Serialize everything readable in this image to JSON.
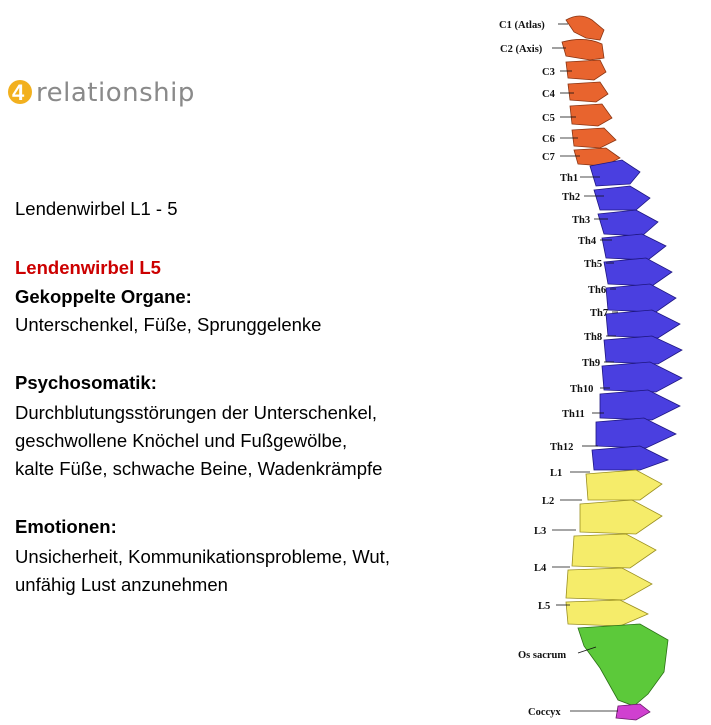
{
  "logo": {
    "mark": "4",
    "text": "relationship"
  },
  "heading": "Lendenwirbel L1 - 5",
  "vertebra_title": "Lendenwirbel L5",
  "organs": {
    "label": "Gekoppelte Organe:",
    "text": "Unterschenkel, Füße, Sprunggelenke"
  },
  "psychosomatik": {
    "label": "Psychosomatik:",
    "lines": [
      "Durchblutungsstörungen der Unterschenkel,",
      "geschwollene Knöchel und Fußgewölbe,",
      "kalte Füße, schwache Beine, Wadenkrämpfe"
    ]
  },
  "emotionen": {
    "label": "Emotionen:",
    "lines": [
      "Unsicherheit, Kommunikationsprobleme, Wut,",
      "unfähig Lust anzunehmen"
    ]
  },
  "colors": {
    "cervical": "#e8642e",
    "thoracic": "#4a3fe0",
    "lumbar": "#f5ec6a",
    "sacrum": "#5cc93a",
    "coccyx": "#d040d0",
    "logo_accent": "#f2b01e"
  },
  "spine_labels": {
    "c1": "C1 (Atlas)",
    "c2": "C2 (Axis)",
    "c3": "C3",
    "c4": "C4",
    "c5": "C5",
    "c6": "C6",
    "c7": "C7",
    "th1": "Th1",
    "th2": "Th2",
    "th3": "Th3",
    "th4": "Th4",
    "th5": "Th5",
    "th6": "Th6",
    "th7": "Th7",
    "th8": "Th8",
    "th9": "Th9",
    "th10": "Th10",
    "th11": "Th11",
    "th12": "Th12",
    "l1": "L1",
    "l2": "L2",
    "l3": "L3",
    "l4": "L4",
    "l5": "L5",
    "sacrum": "Os sacrum",
    "coccyx": "Coccyx"
  }
}
